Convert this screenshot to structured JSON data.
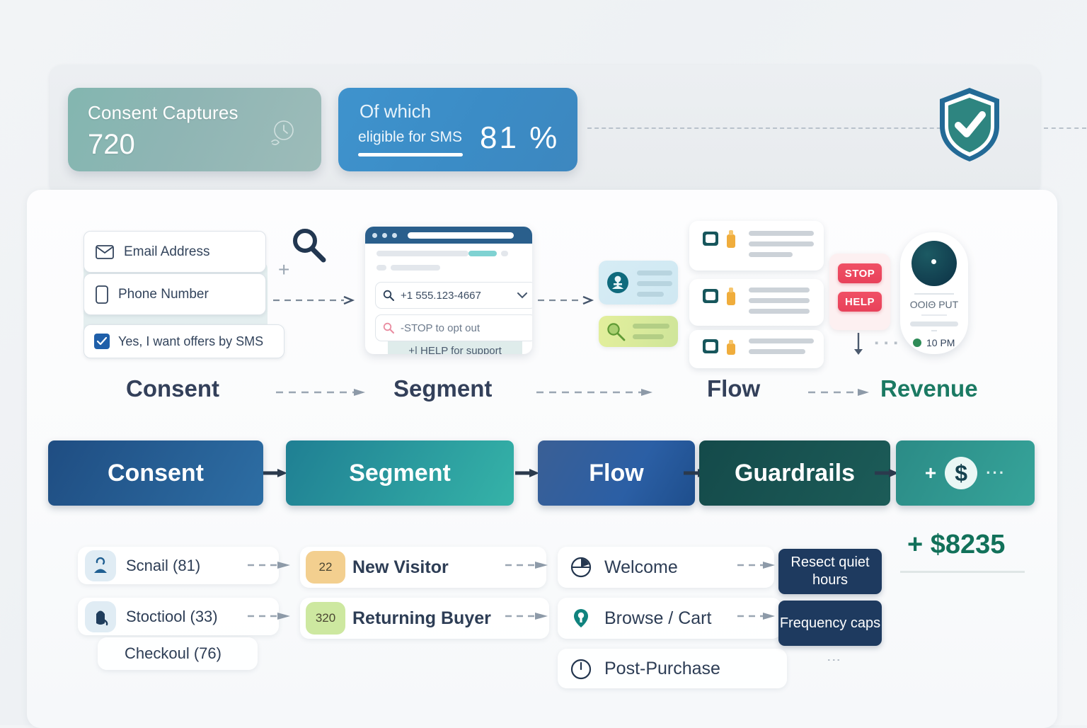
{
  "kpi": {
    "consent": {
      "label": "Consent Captures",
      "value": "720",
      "icon": "clock-icon"
    },
    "sms": {
      "line1": "Of which",
      "line2": "eligible for SMS",
      "percent": "81 %"
    },
    "shield_icon": "shield-check-icon"
  },
  "consent_form": {
    "email_label": "Email Address",
    "phone_label": "Phone Number",
    "checkbox_label": "Yes, I want offers by SMS",
    "plus": "+",
    "email_icon": "envelope-icon",
    "phone_icon": "mobile-icon",
    "search_icon": "magnifier-icon"
  },
  "browser": {
    "phone_value": "+1 555.123-4667",
    "stop_value": "-STOP to opt out",
    "help_value": "+| HELP for support",
    "search_icon": "search-icon",
    "chevron_icon": "chevron-down-icon"
  },
  "flow": {
    "stop_badge": "STOP",
    "help_badge": "HELP",
    "person_icon": "person-badge-icon",
    "magnify_icon": "magnifier-green-icon"
  },
  "quiet_card": {
    "text": "OOIΘ PUT",
    "time": "10 PM"
  },
  "stage_labels": {
    "consent": "Consent",
    "segment": "Segment",
    "flow": "Flow",
    "revenue": "Revenue"
  },
  "pipeline": {
    "consent": "Consent",
    "segment": "Segment",
    "flow": "Flow",
    "guardrails": "Guardrails",
    "money_plus": "+",
    "money_symbol": "$",
    "money_dots": "···"
  },
  "detail": {
    "sources": [
      {
        "label": "Scnail (81)",
        "icon": "person-outline-icon"
      },
      {
        "label": "Stoctiool (33)",
        "icon": "bag-icon"
      },
      {
        "label": "Checkoul (76)",
        "icon": ""
      }
    ],
    "segments": [
      {
        "count": "22",
        "label": "New Visitor",
        "color": "#f3cf8f"
      },
      {
        "count": "320",
        "label": "Returning Buyer",
        "color": "#cde8a0"
      }
    ],
    "flows": [
      {
        "label": "Welcome",
        "icon": "pie-arrow-icon"
      },
      {
        "label": "Browse / Cart",
        "icon": "cart-pin-icon"
      },
      {
        "label": "Post-Purchase",
        "icon": "clock-outline-icon"
      }
    ],
    "guardrails": [
      {
        "label": "Resect quiet hours"
      },
      {
        "label": "Frequency caps"
      }
    ],
    "revenue_total": "+ $8235",
    "vertical_dots": "⋮"
  },
  "colors": {
    "consent_blue": "#1f4d82",
    "segment_teal": "#2f9f9a",
    "guardrail_dark": "#16514e",
    "revenue_green": "#12715a",
    "alert_red": "#e8415a"
  }
}
